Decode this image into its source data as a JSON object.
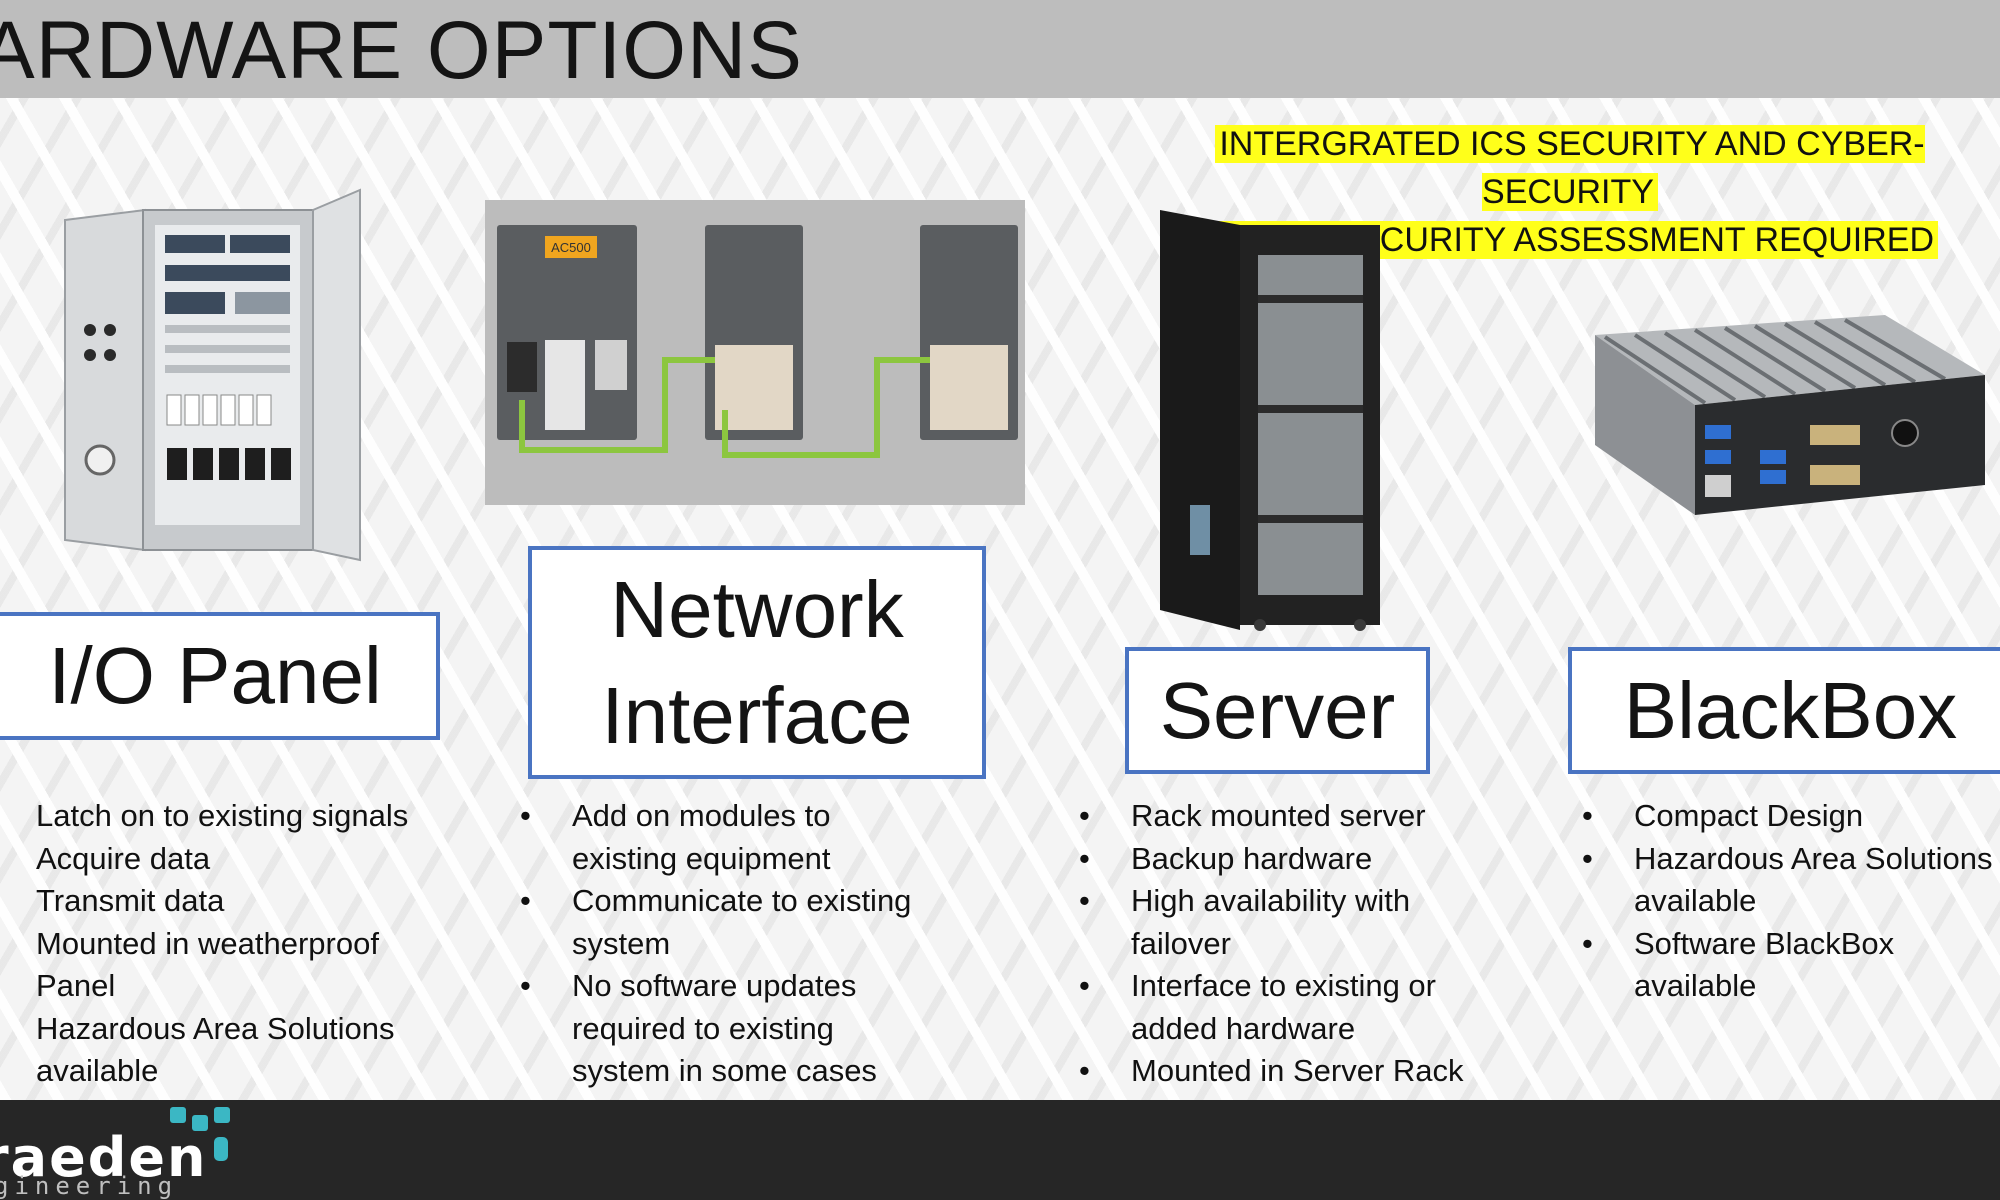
{
  "title": "ARDWARE OPTIONS",
  "notice": {
    "line1": "INTERGRATED ICS SECURITY AND CYBER-SECURITY",
    "line2": "CYBER-SECURITY ASSESSMENT REQUIRED"
  },
  "columns": [
    {
      "label": "I/O Panel",
      "bullets": [
        "Latch on to existing signals",
        "Acquire data",
        "Transmit data",
        "Mounted in weatherproof",
        "Panel",
        "Hazardous Area Solutions",
        "available"
      ]
    },
    {
      "label_line1": "Network",
      "label_line2": "Interface",
      "bullets": [
        "Add on modules to",
        "existing equipment",
        "Communicate to existing",
        "system",
        "No software updates",
        "required to existing",
        "system in some cases"
      ]
    },
    {
      "label": "Server",
      "bullets": [
        "Rack mounted server",
        "Backup hardware",
        "High availability with",
        "failover",
        "Interface to existing or",
        "added hardware",
        "Mounted in Server Rack"
      ]
    },
    {
      "label": "BlackBox",
      "bullets": [
        "Compact Design",
        "Hazardous Area Solutions",
        "available",
        "Software BlackBox",
        "available"
      ]
    }
  ],
  "plc_display": "AC500",
  "logo": {
    "name": "raeden",
    "sub": "gineering"
  },
  "colors": {
    "box_border": "#4a74c2",
    "highlight": "#ffff1a",
    "title_bar": "#bdbdbd",
    "footer": "#262626",
    "logo_accent": "#3bb7c4"
  }
}
